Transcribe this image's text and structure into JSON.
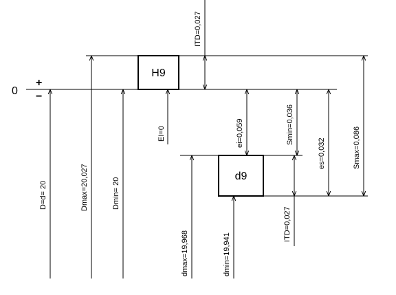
{
  "zero_line": {
    "zero_label": "0",
    "plus_sign": "+",
    "minus_sign": "−"
  },
  "boxes": {
    "hole": "H9",
    "shaft": "d9"
  },
  "labels": {
    "D": "D=d= 20",
    "Dmax": "Dmax=20,027",
    "Dmin": "Dmin= 20",
    "EI": "EI=0",
    "ITD_top": "ITD=0,027",
    "ei": "ei=0,059",
    "Smin": "Smin=0,036",
    "es": "es=0,032",
    "Smax": "Smax=0,086",
    "dmax": "dmax=19,968",
    "dmin": "dmin=19,941",
    "ITD_bottom": "ITD=0,027"
  }
}
